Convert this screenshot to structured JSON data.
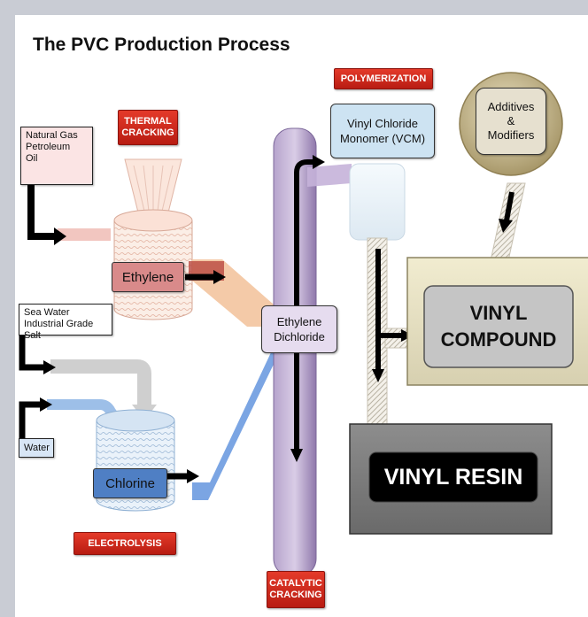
{
  "title": "The PVC Production Process",
  "labels": {
    "thermal_cracking": "THERMAL\nCRACKING",
    "polymerization": "POLYMERIZATION",
    "electrolysis": "ELECTROLYSIS",
    "catalytic_cracking": "CATALYTIC\nCRACKING"
  },
  "sources": {
    "natural_gas": "Natural Gas\nPetroleum\nOil",
    "sea_water": "Sea Water\nIndustrial Grade Salt",
    "water": "Water"
  },
  "nodes": {
    "ethylene": "Ethylene",
    "chlorine": "Chlorine",
    "edc": "Ethylene\nDichloride",
    "vcm": "Vinyl Chloride\nMonomer (VCM)",
    "additives": "Additives\n&\nModifiers",
    "vinyl_compound": "VINYL\nCOMPOUND",
    "vinyl_resin": "VINYL RESIN"
  },
  "colors": {
    "label_red": "#d02a1f",
    "edc_column": "#9e86b8",
    "ethylene_box": "#d98a8a",
    "chlorine_box": "#4f7fc4",
    "additives_circle": "#c9b98a"
  }
}
